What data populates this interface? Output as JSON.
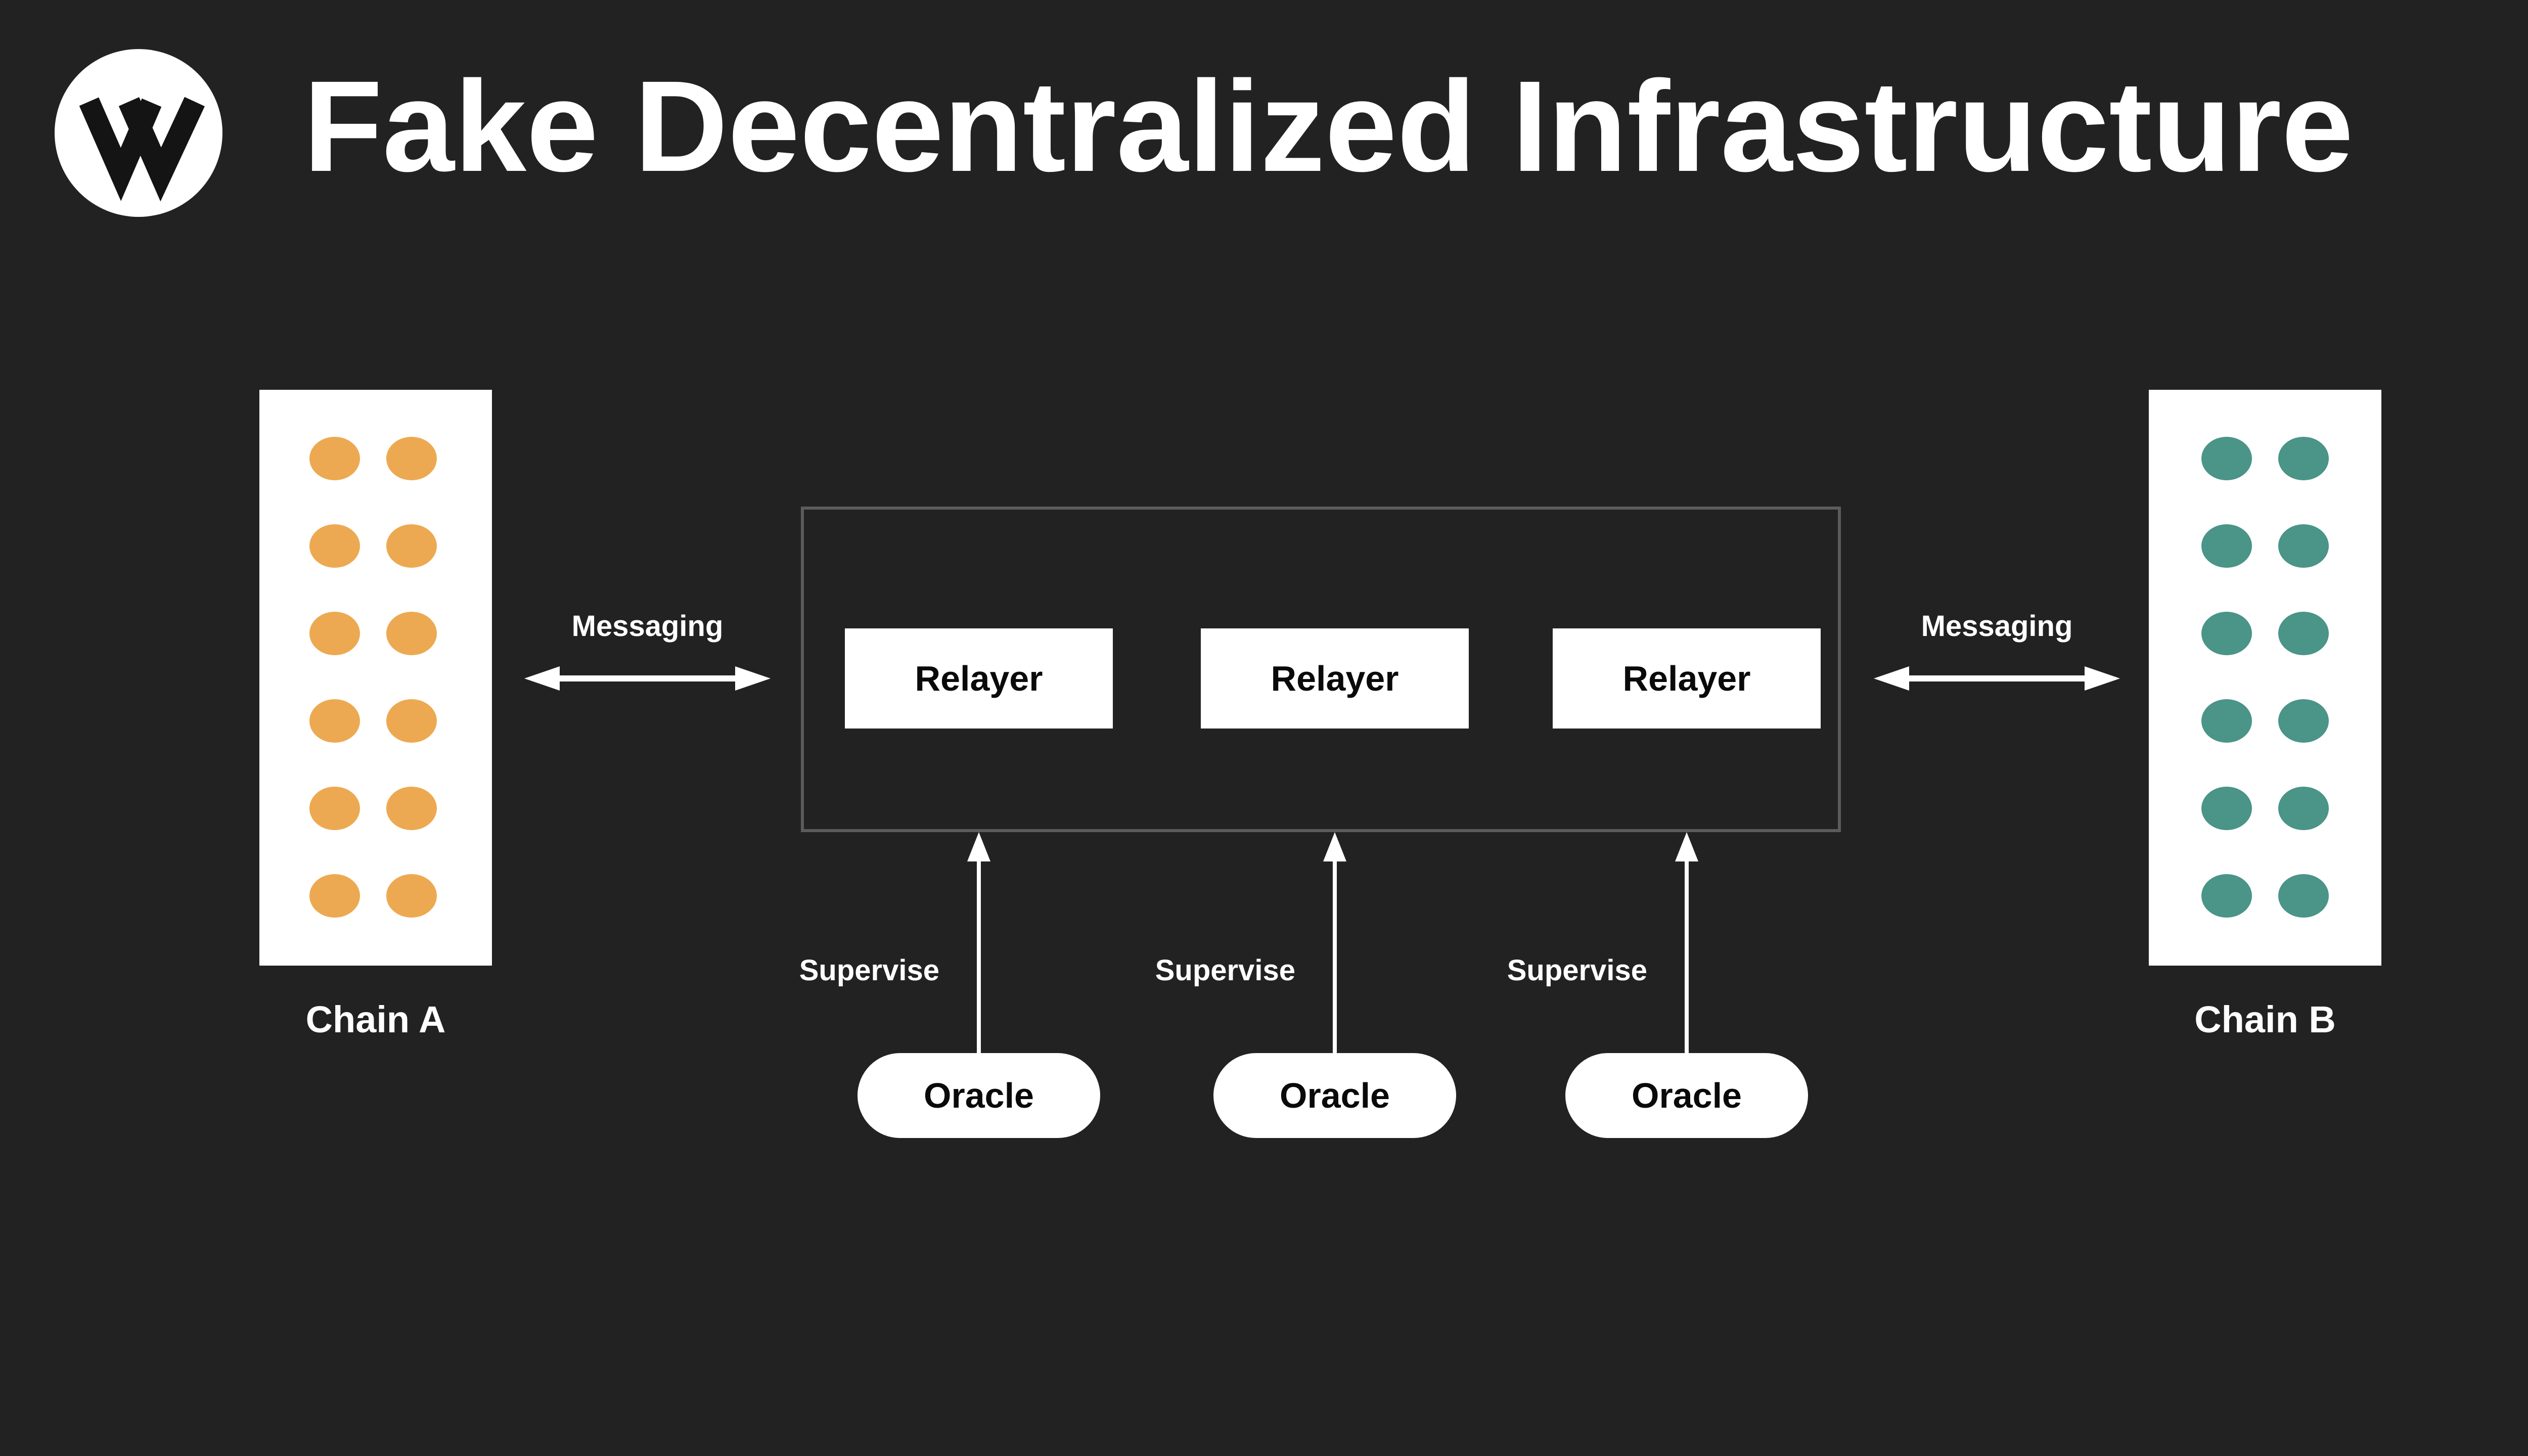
{
  "header": {
    "logo_letter": "W",
    "title": "Fake Decentralized Infrastructure"
  },
  "chain_a": {
    "label": "Chain A",
    "dot_color": "#EDA951",
    "dot_rows": 6,
    "dot_cols": 2
  },
  "chain_b": {
    "label": "Chain B",
    "dot_color": "#4A9488",
    "dot_rows": 6,
    "dot_cols": 2
  },
  "messaging": {
    "left_label": "Messaging",
    "right_label": "Messaging"
  },
  "relayer_network": {
    "relayers": [
      {
        "label": "Relayer"
      },
      {
        "label": "Relayer"
      },
      {
        "label": "Relayer"
      }
    ]
  },
  "oracles": [
    {
      "label": "Oracle",
      "supervise_label": "Supervise"
    },
    {
      "label": "Oracle",
      "supervise_label": "Supervise"
    },
    {
      "label": "Oracle",
      "supervise_label": "Supervise"
    }
  ],
  "colors": {
    "background": "#222222",
    "container_border": "#5C5C5C",
    "box_fill": "#FFFFFF",
    "text_light": "#FFFFFF",
    "text_dark": "#0A0A0A",
    "chain_a_dots": "#EDA951",
    "chain_b_dots": "#4A9488"
  }
}
